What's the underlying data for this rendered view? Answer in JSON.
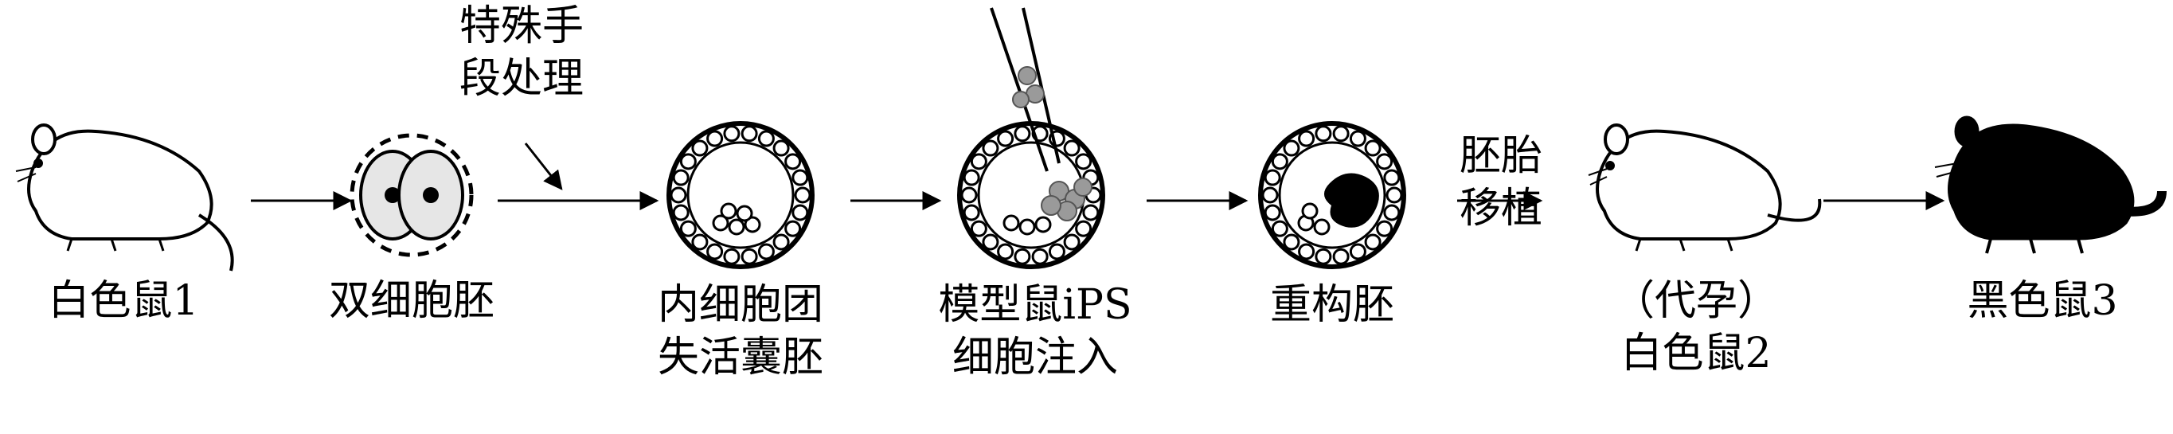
{
  "stages": [
    {
      "id": "mouse1",
      "lines": [
        "白色鼠1"
      ]
    },
    {
      "id": "two-cell",
      "lines": [
        "双细胞胚"
      ]
    },
    {
      "id": "blastocyst",
      "lines": [
        "内细胞团",
        "失活囊胚"
      ]
    },
    {
      "id": "ips",
      "lines": [
        "模型鼠iPS",
        "细胞注入"
      ]
    },
    {
      "id": "reconstructed",
      "lines": [
        "重构胚"
      ]
    },
    {
      "id": "mouse2",
      "lines": [
        "（代孕）",
        "白色鼠2"
      ]
    },
    {
      "id": "mouse3",
      "lines": [
        "黑色鼠3"
      ]
    }
  ],
  "arrow_labels": {
    "special_treatment": [
      "特殊手",
      "段处理"
    ],
    "embryo_transfer": [
      "胚胎",
      "移植"
    ]
  },
  "colors": {
    "ink": "#000000",
    "cell_fill": "#ffffff",
    "ips_cells": "#9a9a9a",
    "black_mouse": "#000000"
  }
}
